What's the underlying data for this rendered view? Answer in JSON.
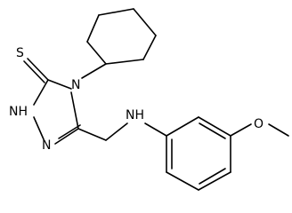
{
  "molecule": {
    "atoms": {
      "sulfur": "S",
      "ring_nitrogen_substituted": "N",
      "ring_nh": "NH",
      "ring_nitrogen_bottom": "N",
      "amine": "NH",
      "methoxy_oxygen": "O"
    }
  }
}
